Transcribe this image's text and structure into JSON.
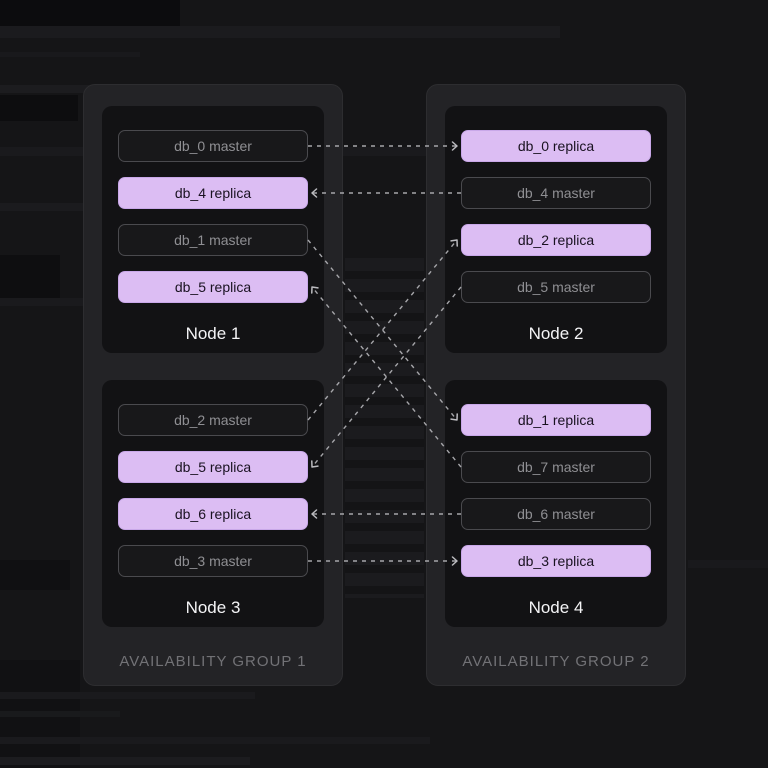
{
  "groups": [
    {
      "caption": "AVAILABILITY GROUP 1",
      "nodes": [
        {
          "label": "Node 1",
          "dbs": [
            {
              "id": "n1-db0m",
              "label": "db_0 master",
              "type": "master"
            },
            {
              "id": "n1-db4r",
              "label": "db_4 replica",
              "type": "replica"
            },
            {
              "id": "n1-db1m",
              "label": "db_1 master",
              "type": "master"
            },
            {
              "id": "n1-db5r",
              "label": "db_5 replica",
              "type": "replica"
            }
          ]
        },
        {
          "label": "Node 3",
          "dbs": [
            {
              "id": "n3-db2m",
              "label": "db_2 master",
              "type": "master"
            },
            {
              "id": "n3-db5r",
              "label": "db_5 replica",
              "type": "replica"
            },
            {
              "id": "n3-db6r",
              "label": "db_6 replica",
              "type": "replica"
            },
            {
              "id": "n3-db3m",
              "label": "db_3 master",
              "type": "master"
            }
          ]
        }
      ]
    },
    {
      "caption": "AVAILABILITY GROUP 2",
      "nodes": [
        {
          "label": "Node 2",
          "dbs": [
            {
              "id": "n2-db0r",
              "label": "db_0 replica",
              "type": "replica"
            },
            {
              "id": "n2-db4m",
              "label": "db_4 master",
              "type": "master"
            },
            {
              "id": "n2-db2r",
              "label": "db_2 replica",
              "type": "replica"
            },
            {
              "id": "n2-db5m",
              "label": "db_5 master",
              "type": "master"
            }
          ]
        },
        {
          "label": "Node 4",
          "dbs": [
            {
              "id": "n4-db1r",
              "label": "db_1 replica",
              "type": "replica"
            },
            {
              "id": "n4-db7m",
              "label": "db_7 master",
              "type": "master"
            },
            {
              "id": "n4-db6m",
              "label": "db_6 master",
              "type": "master"
            },
            {
              "id": "n4-db3r",
              "label": "db_3 replica",
              "type": "replica"
            }
          ]
        }
      ]
    }
  ],
  "connections": [
    {
      "from": "n1-db0m",
      "to": "n2-db0r"
    },
    {
      "from": "n2-db4m",
      "to": "n1-db4r"
    },
    {
      "from": "n1-db1m",
      "to": "n4-db1r"
    },
    {
      "from": "n3-db2m",
      "to": "n2-db2r"
    },
    {
      "from": "n2-db5m",
      "to": "n3-db5r"
    },
    {
      "from": "n4-db7m",
      "to": "n1-db5r"
    },
    {
      "from": "n4-db6m",
      "to": "n3-db6r"
    },
    {
      "from": "n3-db3m",
      "to": "n4-db3r"
    }
  ],
  "colors": {
    "replica_bg": "#dcbdf3",
    "replica_text": "#191220",
    "master_border": "#4a4a4e",
    "master_text": "#8f8f93",
    "arrow": "#a6a6aa",
    "group_bg": "#232326",
    "node_bg": "#121214",
    "page_bg": "#151517"
  }
}
